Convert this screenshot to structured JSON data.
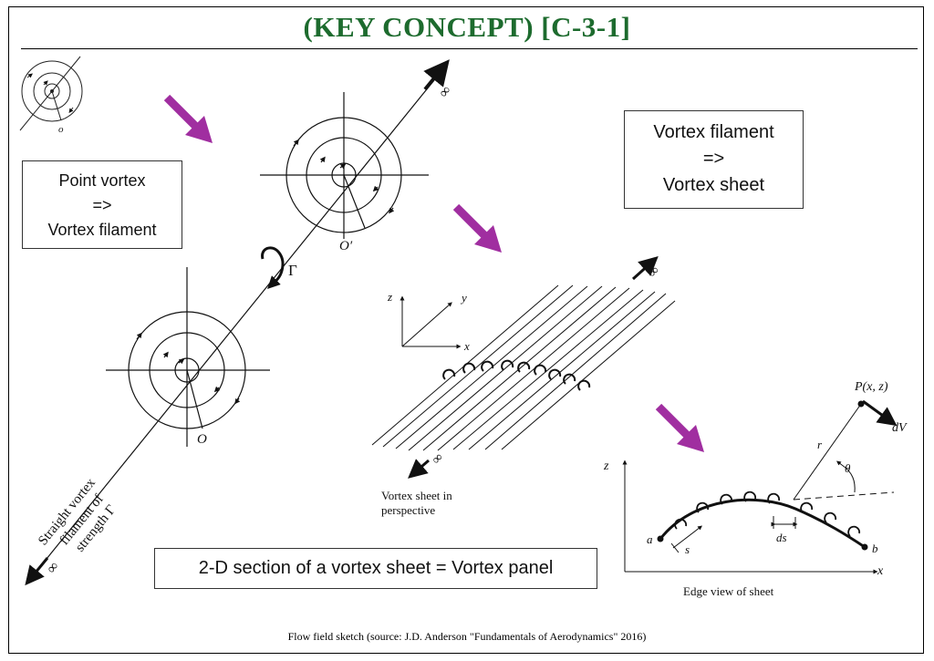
{
  "title": "(KEY CONCEPT) [C-3-1]",
  "boxes": {
    "point_to_filament": [
      "Point vortex",
      "=>",
      "Vortex filament"
    ],
    "filament_to_sheet": [
      "Vortex filament",
      "=>",
      "Vortex sheet"
    ],
    "vortex_panel": "2-D section of a vortex sheet  =  Vortex panel"
  },
  "figure_labels": {
    "small_origin": "o",
    "origin_o": "O",
    "origin_o_prime": "O′",
    "gamma": "Γ",
    "infinity": "∞",
    "filament_caption": [
      "Straight vortex",
      "filament of",
      "strength Γ"
    ],
    "axis_z": "z",
    "axis_y": "y",
    "axis_x": "x",
    "sheet_caption": [
      "Vortex sheet in",
      "perspective"
    ],
    "point_p": "P(x, z)",
    "dv": "dV",
    "r": "r",
    "theta": "θ",
    "ds": "ds",
    "a": "a",
    "b": "b",
    "s": "s",
    "edge_caption": "Edge view of sheet"
  },
  "colors": {
    "title": "#1d6b2e",
    "arrow": "#a02ea0"
  },
  "caption": "Flow field sketch (source: J.D. Anderson \"Fundamentals of Aerodynamics\" 2016)"
}
